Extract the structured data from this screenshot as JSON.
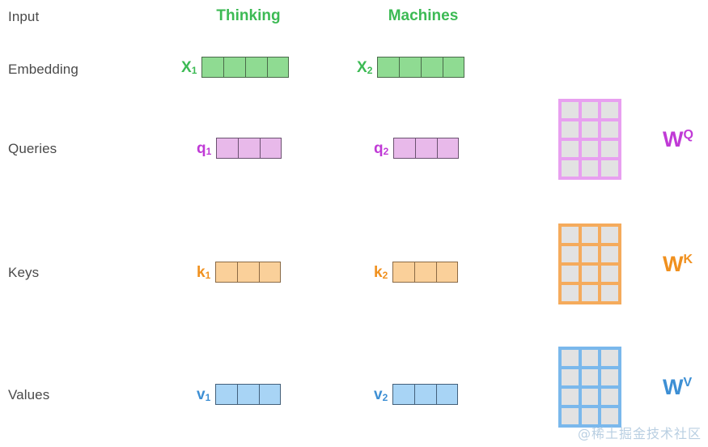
{
  "diagram": {
    "title_row": {
      "input_label": "Input",
      "columns": [
        {
          "label": "Thinking",
          "color": "#3cba54"
        },
        {
          "label": "Machines",
          "color": "#3cba54"
        }
      ]
    },
    "rows": [
      {
        "name": "embedding",
        "label": "Embedding",
        "color": "#3cba54",
        "cell_count": 4,
        "vectors": [
          {
            "symbol": "X",
            "subscript": "1"
          },
          {
            "symbol": "X",
            "subscript": "2"
          }
        ]
      },
      {
        "name": "queries",
        "label": "Queries",
        "color": "#c03ad6",
        "cell_count": 3,
        "vectors": [
          {
            "symbol": "q",
            "subscript": "1"
          },
          {
            "symbol": "q",
            "subscript": "2"
          }
        ],
        "weight": {
          "symbol": "W",
          "superscript": "Q",
          "rows": 4,
          "cols": 3,
          "color": "#c03ad6"
        }
      },
      {
        "name": "keys",
        "label": "Keys",
        "color": "#f0901e",
        "cell_count": 3,
        "vectors": [
          {
            "symbol": "k",
            "subscript": "1"
          },
          {
            "symbol": "k",
            "subscript": "2"
          }
        ],
        "weight": {
          "symbol": "W",
          "superscript": "K",
          "rows": 4,
          "cols": 3,
          "color": "#f0901e"
        }
      },
      {
        "name": "values",
        "label": "Values",
        "color": "#3d8fd4",
        "cell_count": 3,
        "vectors": [
          {
            "symbol": "v",
            "subscript": "1"
          },
          {
            "symbol": "v",
            "subscript": "2"
          }
        ],
        "weight": {
          "symbol": "W",
          "superscript": "V",
          "rows": 4,
          "cols": 3,
          "color": "#3d8fd4"
        }
      }
    ],
    "watermark": "@稀土掘金技术社区"
  }
}
